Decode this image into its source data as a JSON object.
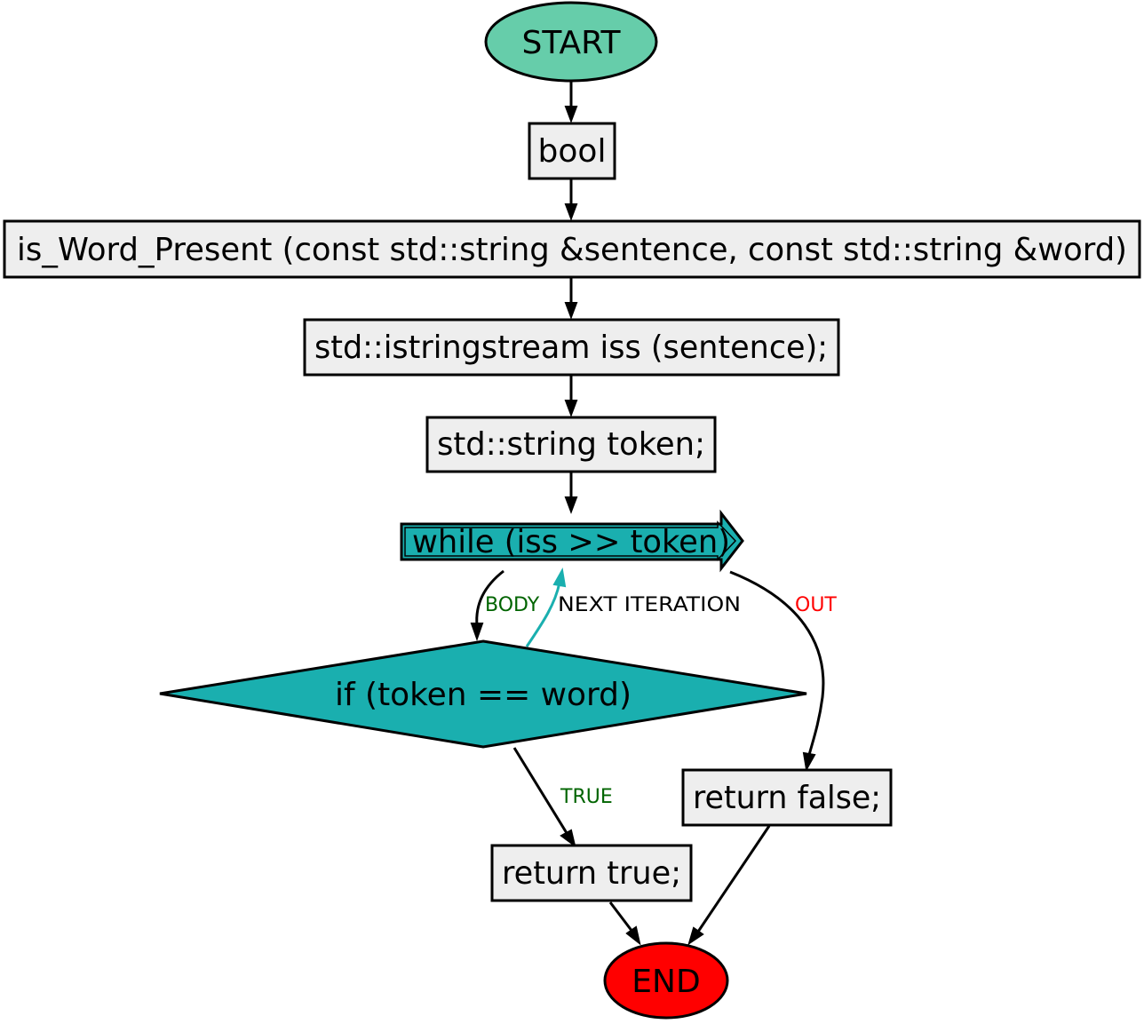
{
  "nodes": {
    "start": "START",
    "bool": "bool",
    "signature": "is_Word_Present (const std::string &sentence, const std::string &word)",
    "iss": "std::istringstream iss (sentence);",
    "token": "std::string token;",
    "while": "while (iss >> token)",
    "if": "if (token == word)",
    "return_true": "return true;",
    "return_false": "return false;",
    "end": "END"
  },
  "edge_labels": {
    "body": "BODY",
    "next": "NEXT ITERATION",
    "out": "OUT",
    "true": "TRUE"
  },
  "colors": {
    "start_fill": "#66cdaa",
    "end_fill": "#ff0000",
    "loop_fill": "#1aafaf",
    "box_fill": "#eeeeee",
    "body_label": "#006400",
    "true_label": "#006400",
    "out_label": "#ff0000",
    "next_edge": "#1aafaf"
  }
}
